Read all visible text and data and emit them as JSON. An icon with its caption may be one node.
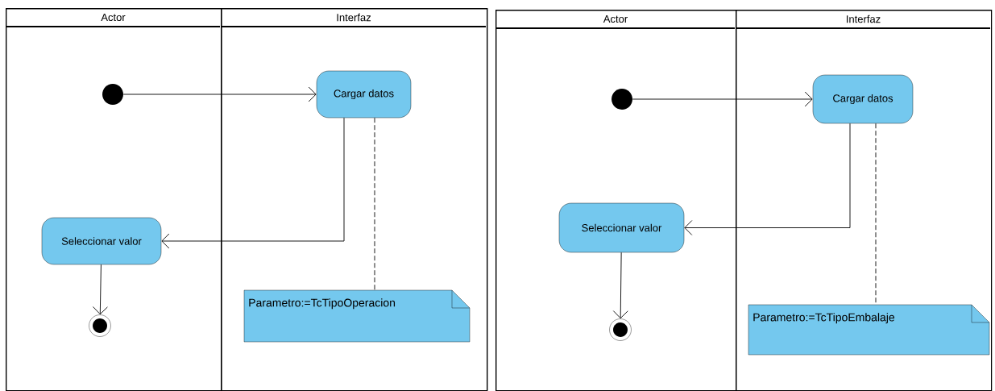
{
  "diagram": {
    "nodes": [
      {
        "text": [
          "Actor"
        ]
      },
      {
        "text": [
          "Interfaz"
        ]
      },
      {
        "text": [],
        "shape": "circle",
        "in": 0
      },
      {
        "text": [
          "Cargar datos"
        ],
        "in": 1
      },
      {
        "text": [
          "Seleccionar valor"
        ],
        "in": 0
      },
      {
        "text": [
          "Parametro:=TcTipoOperacion"
        ],
        "in": 1
      },
      {
        "text": [],
        "shape": "bullseye",
        "in": 0
      },
      {
        "text": [
          "Actor"
        ]
      },
      {
        "text": [
          "Interfaz"
        ]
      },
      {
        "text": [],
        "shape": "circle",
        "in": 7
      },
      {
        "text": [
          "Cargar datos"
        ],
        "in": 8
      },
      {
        "text": [
          "Seleccionar valor"
        ],
        "in": 7
      },
      {
        "text": [
          "Parametro:=TcTipoEmbalaje"
        ],
        "in": 8
      },
      {
        "text": [],
        "shape": "bullseye",
        "in": 7
      }
    ],
    "edges": [
      {
        "from": 2,
        "to": 3,
        "arrow": "to"
      },
      {
        "from": 3,
        "to": 4,
        "arrow": "to"
      },
      {
        "from": 4,
        "to": 6,
        "arrow": "to"
      },
      {
        "from": 3,
        "to": 5,
        "arrow": "none",
        "style": "dashed"
      },
      {
        "from": 9,
        "to": 10,
        "arrow": "to"
      },
      {
        "from": 10,
        "to": 11,
        "arrow": "to"
      },
      {
        "from": 11,
        "to": 13,
        "arrow": "to"
      },
      {
        "from": 10,
        "to": 12,
        "arrow": "none",
        "style": "dashed"
      }
    ]
  }
}
